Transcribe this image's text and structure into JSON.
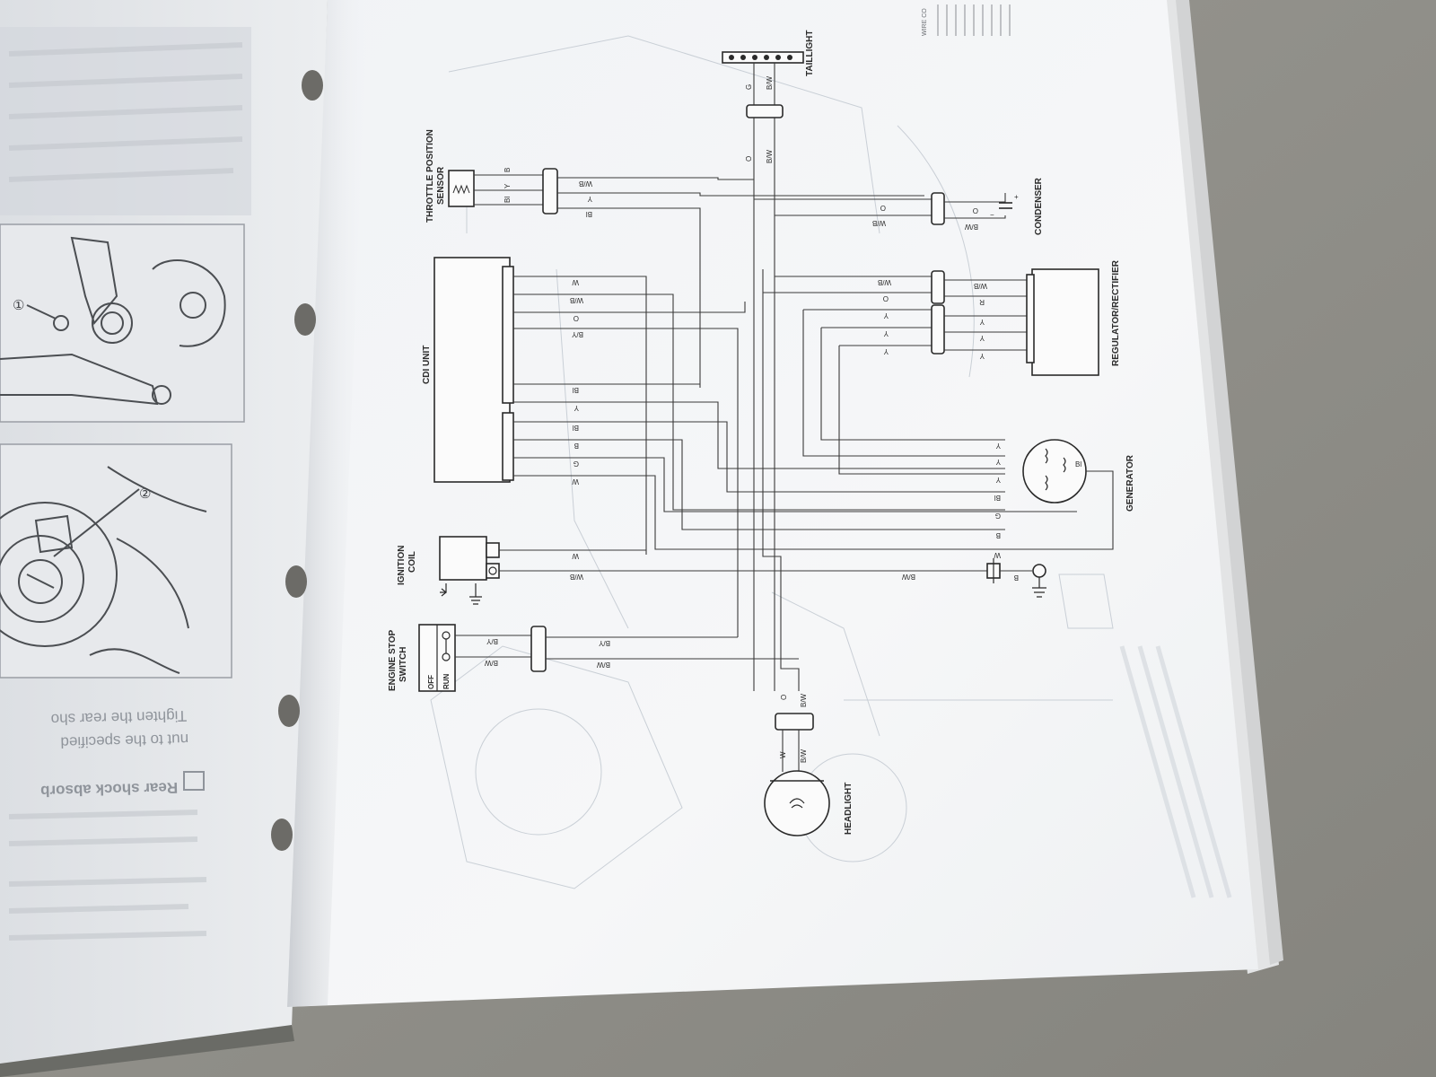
{
  "left_page": {
    "text_lines": [
      "Tighten the rear sho",
      "nut to the specified",
      "Rear shock absorb"
    ],
    "callouts": [
      "①",
      "②"
    ]
  },
  "diagram": {
    "components": {
      "taillight": "TAILLIGHT",
      "throttle_position_sensor_line1": "THROTTLE POSITION",
      "throttle_position_sensor_line2": "SENSOR",
      "condenser": "CONDENSER",
      "cdi_unit": "CDI UNIT",
      "regulator_rectifier": "REGULATOR/RECTIFIER",
      "generator": "GENERATOR",
      "ignition_coil_line1": "IGNITION",
      "ignition_coil_line2": "COIL",
      "engine_stop_switch_line1": "ENGINE STOP",
      "engine_stop_switch_line2": "SWITCH",
      "switch_off": "OFF",
      "switch_run": "RUN",
      "headlight": "HEADLIGHT"
    },
    "wire_codes": {
      "tps": [
        "B",
        "Y",
        "Bl"
      ],
      "tps_harness": [
        "W/B",
        "Y",
        "Bl"
      ],
      "taillight": [
        "G",
        "B/W"
      ],
      "trunk": [
        "O",
        "B/W"
      ],
      "condenser_left": [
        "O",
        "W/B"
      ],
      "condenser_right": [
        "O",
        "B/W"
      ],
      "cdi_upper": [
        "W",
        "W/B",
        "O",
        "B/Y"
      ],
      "cdi_lower": [
        "Bl",
        "Y",
        "Bl",
        "B",
        "G",
        "W"
      ],
      "regulator_left": [
        "W/B",
        "O",
        "Y",
        "Y",
        "Y"
      ],
      "regulator_right": [
        "W/B",
        "R",
        "Y",
        "Y",
        "Y"
      ],
      "generator": [
        "Y",
        "Y",
        "Y",
        "Bl",
        "G",
        "B",
        "W"
      ],
      "generator_coil": "Bl",
      "ignition_coil": [
        "W",
        "W/B"
      ],
      "ground_line": [
        "B/W",
        "B"
      ],
      "engine_stop_left": [
        "B/Y",
        "B/W"
      ],
      "engine_stop_right": [
        "B/Y",
        "B/W"
      ],
      "headlight_top": [
        "O",
        "B/W"
      ],
      "headlight_bottom": [
        "W",
        "B/W"
      ]
    },
    "wire_color_legend_title": "WIRE CO"
  }
}
